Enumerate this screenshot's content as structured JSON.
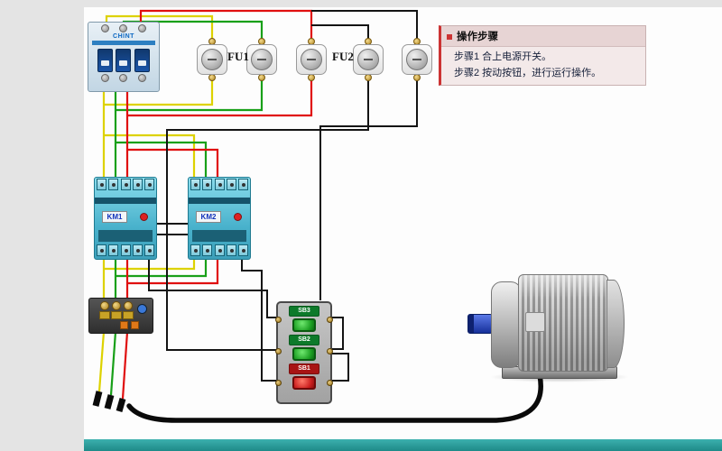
{
  "instructions": {
    "title": "操作步骤",
    "step1": "步骤1  合上电源开关。",
    "step2": "步骤2  按动按钮，进行运行操作。"
  },
  "components": {
    "breaker": {
      "brand": "CHINT"
    },
    "fuse_groups": {
      "fu1": "FU1",
      "fu2": "FU2"
    },
    "contactors": {
      "km1": "KM1",
      "km2": "KM2"
    },
    "buttons": {
      "sb1": "SB1",
      "sb2": "SB2",
      "sb3": "SB3"
    }
  },
  "colors": {
    "wire_yellow": "#ddd200",
    "wire_green": "#19a019",
    "wire_red": "#e01010",
    "wire_black": "#141414",
    "contactor_cyan": "#5ec9de",
    "button_green": "#1da023",
    "button_red": "#cc1f1f",
    "bottom_bar_teal": "#2a9a98",
    "instruction_panel_pink": "#f3e9e9"
  }
}
